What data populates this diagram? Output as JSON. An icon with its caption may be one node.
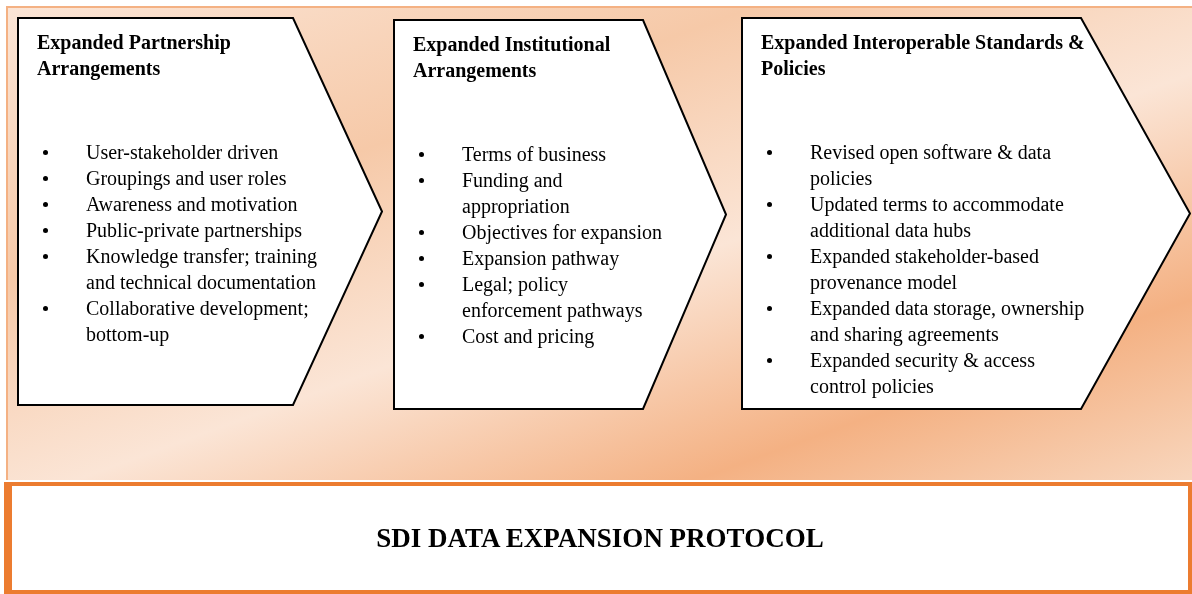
{
  "diagram": {
    "nodes": [
      {
        "text": [
          "Expanded Partnership Arrangements",
          "User-stakeholder driven",
          "Groupings and user roles",
          "Awareness and motivation",
          "Public-private partnerships",
          "Knowledge transfer; training and technical documentation",
          "Collaborative development; bottom-up"
        ]
      },
      {
        "text": [
          "Expanded Institutional Arrangements",
          "Terms of business",
          "Funding and appropriation",
          "Objectives for expansion",
          "Expansion pathway",
          "Legal; policy enforcement pathways",
          "Cost and pricing"
        ]
      },
      {
        "text": [
          "Expanded Interoperable Standards & Policies",
          "Revised open software & data policies",
          "Updated terms to accommodate additional data hubs",
          "Expanded stakeholder-based provenance model",
          "Expanded data storage, ownership and sharing agreements",
          "Expanded security & access control policies"
        ]
      },
      {
        "text": [
          "SDI DATA EXPANSION PROTOCOL"
        ]
      }
    ]
  }
}
